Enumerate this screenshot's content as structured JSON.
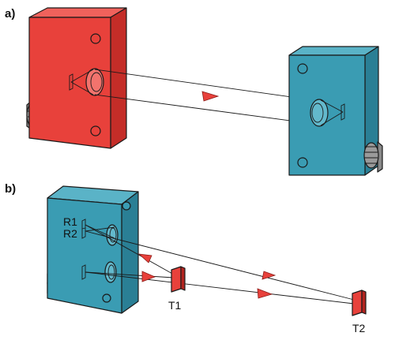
{
  "panels": {
    "a": {
      "label": "a)"
    },
    "b": {
      "label": "b)",
      "receiver_labels": [
        "R1",
        "R2"
      ],
      "targets": [
        {
          "label": "T1"
        },
        {
          "label": "T2"
        }
      ]
    }
  },
  "colors": {
    "emitter_front": "#e8413b",
    "emitter_side": "#c42d28",
    "emitter_top": "#f0625c",
    "receiver_front": "#3a9cb3",
    "receiver_side": "#2a7f95",
    "receiver_top": "#5ab3c7",
    "beam_arrow": "#e8413b",
    "target": "#e8413b",
    "target_side": "#b3241f",
    "connector": "#8a8a8a"
  }
}
